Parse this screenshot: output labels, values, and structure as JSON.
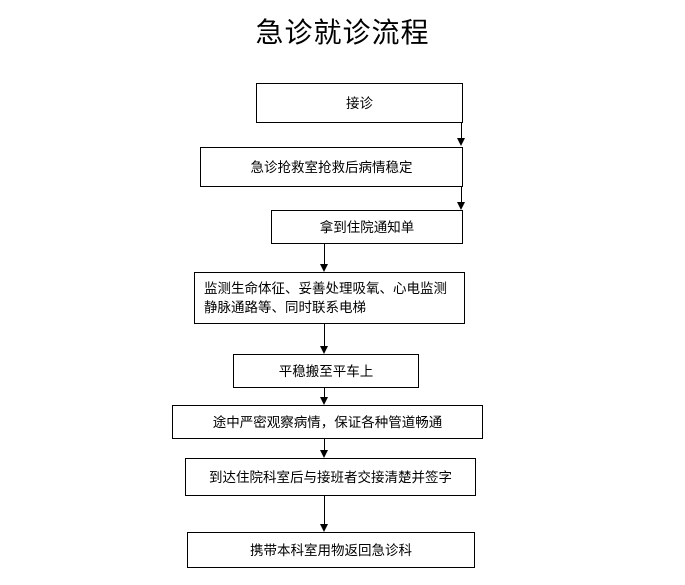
{
  "page": {
    "title": "急诊就诊流程",
    "background_color": "#ffffff",
    "line_color": "#000000",
    "text_color": "#000000"
  },
  "flowchart": {
    "type": "flowchart",
    "orientation": "top-to-bottom",
    "nodes": [
      {
        "id": "n1",
        "label": "接诊",
        "lines": [
          "接诊"
        ],
        "align": "center"
      },
      {
        "id": "n2",
        "label": "急诊抢救室抢救后病情稳定",
        "lines": [
          "急诊抢救室抢救后病情稳定"
        ],
        "align": "center"
      },
      {
        "id": "n3",
        "label": "拿到住院通知单",
        "lines": [
          "拿到住院通知单"
        ],
        "align": "center"
      },
      {
        "id": "n4",
        "label": "监测生命体征、妥善处理吸氧、心电监测静脉通路等、同时联系电梯",
        "lines": [
          "监测生命体征、妥善处理吸氧、心电监测",
          "静脉通路等、同时联系电梯"
        ],
        "align": "left"
      },
      {
        "id": "n5",
        "label": "平稳搬至平车上",
        "lines": [
          "平稳搬至平车上"
        ],
        "align": "center"
      },
      {
        "id": "n6",
        "label": "途中严密观察病情，保证各种管道畅通",
        "lines": [
          "途中严密观察病情，保证各种管道畅通"
        ],
        "align": "center"
      },
      {
        "id": "n7",
        "label": "到达住院科室后与接班者交接清楚并签字",
        "lines": [
          "到达住院科室后与接班者交接清楚并签字"
        ],
        "align": "center"
      },
      {
        "id": "n8",
        "label": "携带本科室用物返回急诊科",
        "lines": [
          "携带本科室用物返回急诊科"
        ],
        "align": "center"
      }
    ],
    "edges": [
      {
        "from": "n1",
        "to": "n2",
        "style": "arrow-down"
      },
      {
        "from": "n2",
        "to": "n3",
        "style": "arrow-down"
      },
      {
        "from": "n3",
        "to": "n4",
        "style": "arrow-down"
      },
      {
        "from": "n4",
        "to": "n5",
        "style": "arrow-down"
      },
      {
        "from": "n5",
        "to": "n6",
        "style": "arrow-down"
      },
      {
        "from": "n6",
        "to": "n7",
        "style": "arrow-down"
      },
      {
        "from": "n7",
        "to": "n8",
        "style": "arrow-down"
      }
    ]
  }
}
